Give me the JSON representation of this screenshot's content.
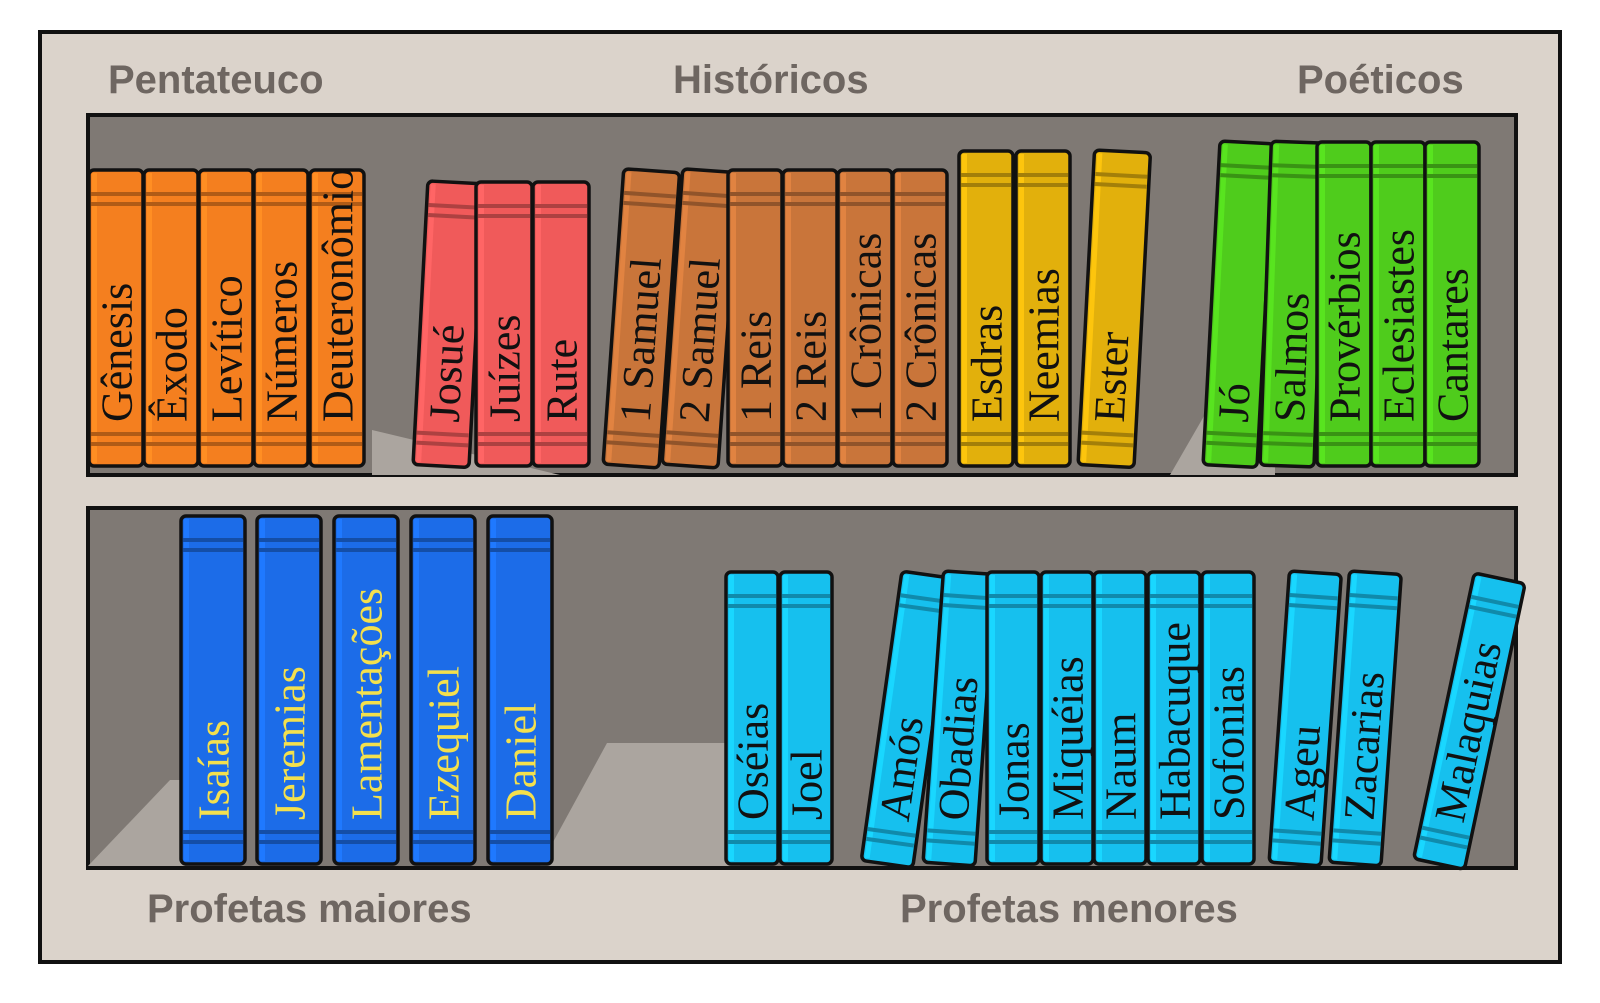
{
  "categories": {
    "pentateuco": "Pentateuco",
    "historicos": "Históricos",
    "poeticos": "Poéticos",
    "profetas_maiores": "Profetas maiores",
    "profetas_menores": "Profetas menores"
  },
  "colors": {
    "frame_bg": "#dbd3cb",
    "shelf_back": "#7f7974",
    "shelf_light": "#aba59f",
    "pentateuco": "#f47f1f",
    "historicos_a": "#f05a5a",
    "historicos_b": "#c9753a",
    "historicos_c": "#e2b00c",
    "poeticos": "#4fcc1c",
    "profetas_maiores": "#1c6ce8",
    "profetas_menores": "#16c0ee",
    "title_dark": "#111111",
    "title_yellow": "#f4e04d"
  },
  "books": [
    {
      "id": "genesis",
      "title": "Gênesis",
      "group": "pentateuco"
    },
    {
      "id": "exodo",
      "title": "Êxodo",
      "group": "pentateuco"
    },
    {
      "id": "levitico",
      "title": "Levítico",
      "group": "pentateuco"
    },
    {
      "id": "numeros",
      "title": "Números",
      "group": "pentateuco"
    },
    {
      "id": "deuteronomio",
      "title": "Deuteronômio",
      "group": "pentateuco"
    },
    {
      "id": "josue",
      "title": "Josué",
      "group": "historicos"
    },
    {
      "id": "juizes",
      "title": "Juízes",
      "group": "historicos"
    },
    {
      "id": "rute",
      "title": "Rute",
      "group": "historicos"
    },
    {
      "id": "1samuel",
      "title": "1 Samuel",
      "group": "historicos"
    },
    {
      "id": "2samuel",
      "title": "2 Samuel",
      "group": "historicos"
    },
    {
      "id": "1reis",
      "title": "1 Reis",
      "group": "historicos"
    },
    {
      "id": "2reis",
      "title": "2 Reis",
      "group": "historicos"
    },
    {
      "id": "1cronicas",
      "title": "1 Crônicas",
      "group": "historicos"
    },
    {
      "id": "2cronicas",
      "title": "2 Crônicas",
      "group": "historicos"
    },
    {
      "id": "esdras",
      "title": "Esdras",
      "group": "historicos"
    },
    {
      "id": "neemias",
      "title": "Neemias",
      "group": "historicos"
    },
    {
      "id": "ester",
      "title": "Ester",
      "group": "historicos"
    },
    {
      "id": "jo",
      "title": "Jó",
      "group": "poeticos"
    },
    {
      "id": "salmos",
      "title": "Salmos",
      "group": "poeticos"
    },
    {
      "id": "proverbios",
      "title": "Provérbios",
      "group": "poeticos"
    },
    {
      "id": "eclesiastes",
      "title": "Eclesiastes",
      "group": "poeticos"
    },
    {
      "id": "cantares",
      "title": "Cantares",
      "group": "poeticos"
    },
    {
      "id": "isaias",
      "title": "Isaías",
      "group": "profetas_maiores"
    },
    {
      "id": "jeremias",
      "title": "Jeremias",
      "group": "profetas_maiores"
    },
    {
      "id": "lamentacoes",
      "title": "Lamentações",
      "group": "profetas_maiores"
    },
    {
      "id": "ezequiel",
      "title": "Ezequiel",
      "group": "profetas_maiores"
    },
    {
      "id": "daniel",
      "title": "Daniel",
      "group": "profetas_maiores"
    },
    {
      "id": "oseias",
      "title": "Oséias",
      "group": "profetas_menores"
    },
    {
      "id": "joel",
      "title": "Joel",
      "group": "profetas_menores"
    },
    {
      "id": "amos",
      "title": "Amós",
      "group": "profetas_menores"
    },
    {
      "id": "obadias",
      "title": "Obadias",
      "group": "profetas_menores"
    },
    {
      "id": "jonas",
      "title": "Jonas",
      "group": "profetas_menores"
    },
    {
      "id": "miqueias",
      "title": "Miquéias",
      "group": "profetas_menores"
    },
    {
      "id": "naum",
      "title": "Naum",
      "group": "profetas_menores"
    },
    {
      "id": "habacuque",
      "title": "Habacuque",
      "group": "profetas_menores"
    },
    {
      "id": "sofonias",
      "title": "Sofonias",
      "group": "profetas_menores"
    },
    {
      "id": "ageu",
      "title": "Ageu",
      "group": "profetas_menores"
    },
    {
      "id": "zacarias",
      "title": "Zacarias",
      "group": "profetas_menores"
    },
    {
      "id": "malaquias",
      "title": "Malaquias",
      "group": "profetas_menores"
    }
  ]
}
